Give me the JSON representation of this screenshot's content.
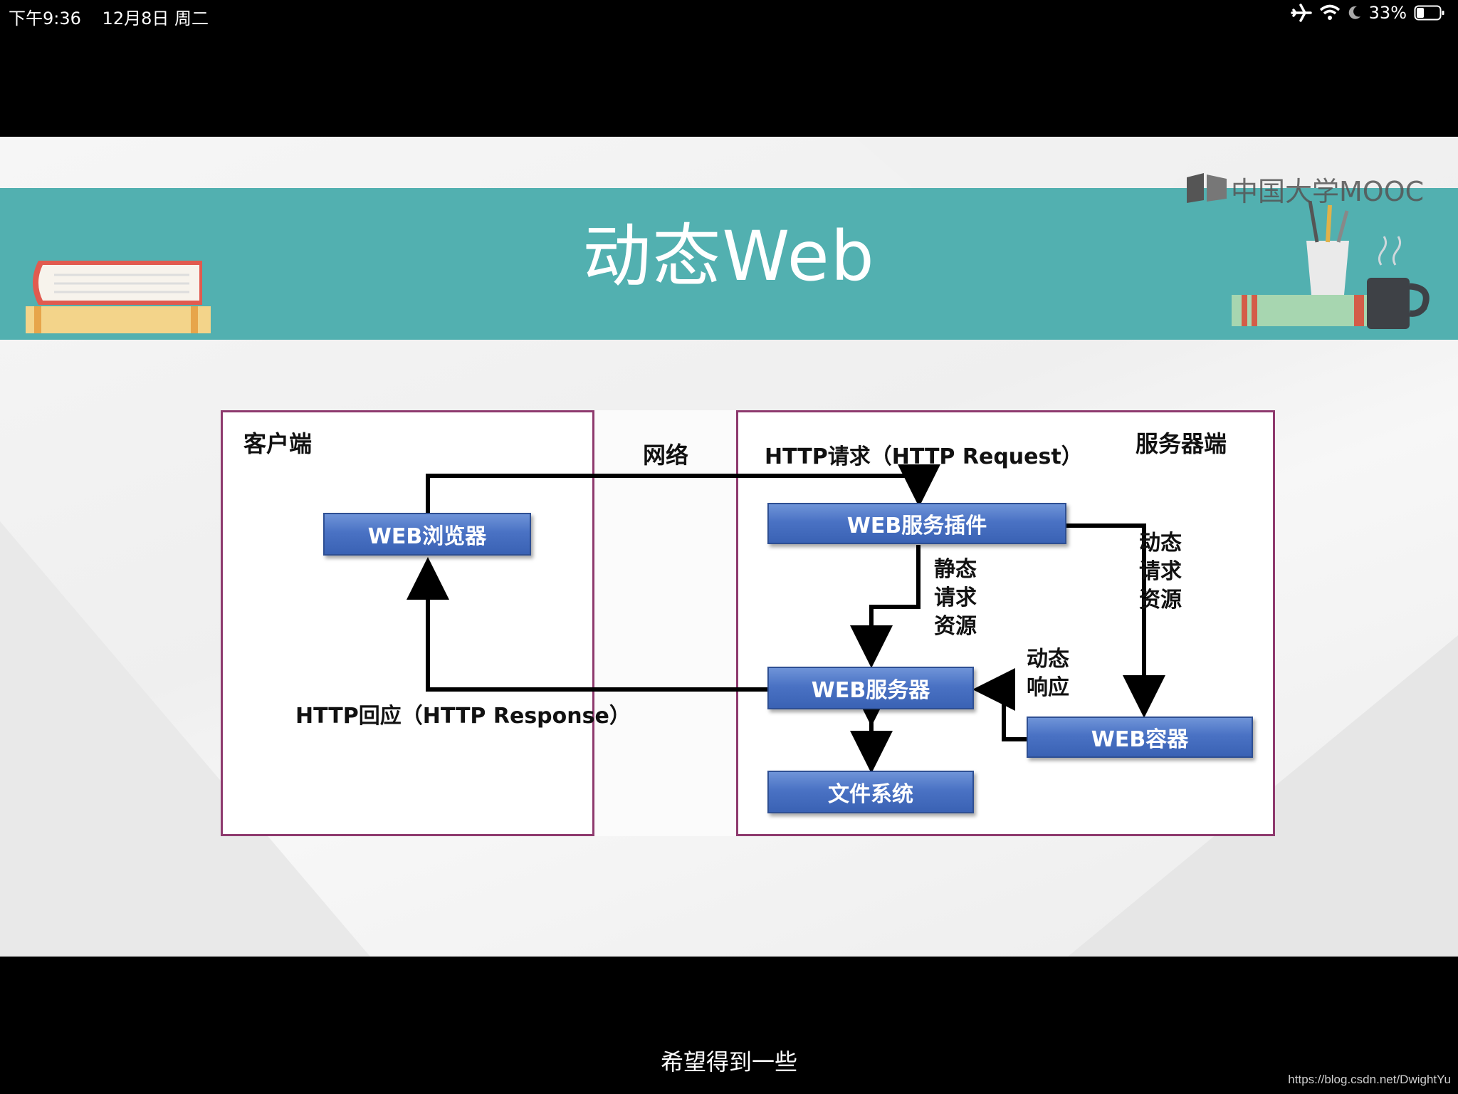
{
  "status_bar": {
    "time": "下午9:36",
    "date": "12月8日 周二",
    "battery": "33%",
    "icons": [
      "airplane-icon",
      "wifi-icon",
      "moon-icon",
      "battery-icon"
    ]
  },
  "slide": {
    "title": "动态Web",
    "logo_text": "中国大学MOOC",
    "colors": {
      "banner": "#52b0b0",
      "panel_border": "#8e3a6e",
      "node": "#4a72c4"
    }
  },
  "diagram": {
    "client_label": "客户端",
    "network_label": "网络",
    "server_label": "服务器端",
    "http_request": "HTTP请求（HTTP Request）",
    "http_response": "HTTP回应（HTTP Response）",
    "static_request": "静态\n请求\n资源",
    "dynamic_request": "动态\n请求\n资源",
    "dynamic_response": "动态\n响应",
    "nodes": {
      "browser": "WEB浏览器",
      "plugin": "WEB服务插件",
      "server": "WEB服务器",
      "container": "WEB容器",
      "filesystem": "文件系统"
    }
  },
  "subtitle": "希望得到一些",
  "watermark": "https://blog.csdn.net/DwightYu"
}
